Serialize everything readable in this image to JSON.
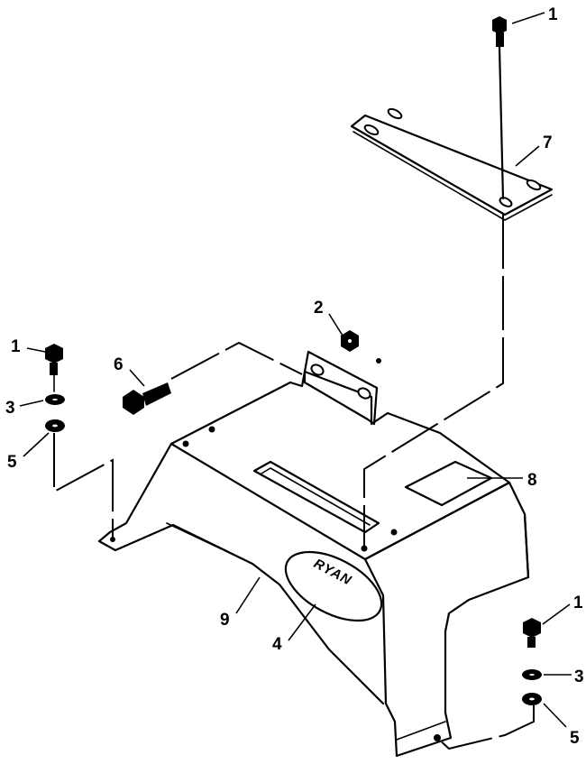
{
  "callouts": [
    {
      "id": "c1a",
      "label": "1"
    },
    {
      "id": "c7",
      "label": "7"
    },
    {
      "id": "c2",
      "label": "2"
    },
    {
      "id": "c1b",
      "label": "1"
    },
    {
      "id": "c6",
      "label": "6"
    },
    {
      "id": "c3a",
      "label": "3"
    },
    {
      "id": "c5a",
      "label": "5"
    },
    {
      "id": "c8",
      "label": "8"
    },
    {
      "id": "c9",
      "label": "9"
    },
    {
      "id": "c4",
      "label": "4"
    },
    {
      "id": "c1c",
      "label": "1"
    },
    {
      "id": "c3b",
      "label": "3"
    },
    {
      "id": "c5b",
      "label": "5"
    }
  ],
  "logo": {
    "text": "RYAN"
  }
}
